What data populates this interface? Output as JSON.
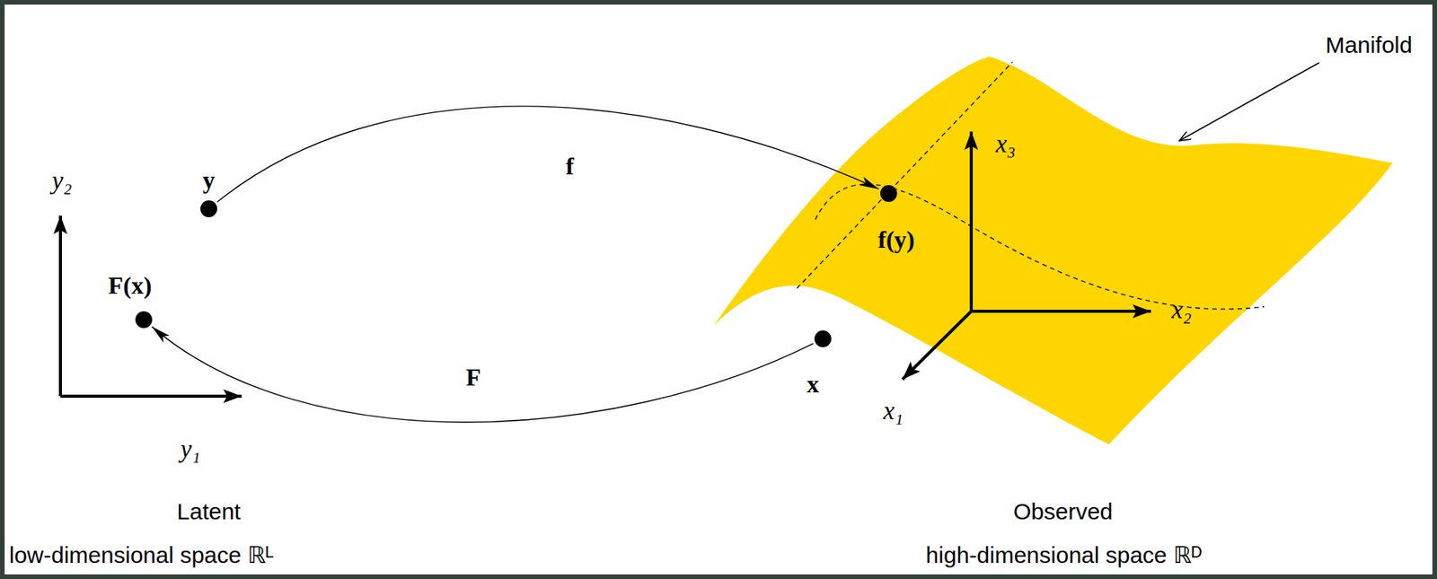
{
  "diagram": {
    "nodes": [
      {
        "text": [
          "y"
        ]
      },
      {
        "text": [
          "f(y)"
        ]
      },
      {
        "text": [
          "x"
        ]
      },
      {
        "text": [
          "F(x)"
        ]
      }
    ],
    "edges": [
      {
        "from": 0,
        "to": 1,
        "label": "f",
        "arrow": "to"
      },
      {
        "from": 2,
        "to": 3,
        "label": "F",
        "arrow": "to"
      }
    ],
    "labels": [
      "Manifold",
      "y₂",
      "x₃",
      "x₂",
      "x₁",
      "y₁",
      "Latent",
      "low-dimensional space ℝᴸ",
      "Observed",
      "high-dimensional space ℝᴰ"
    ]
  }
}
